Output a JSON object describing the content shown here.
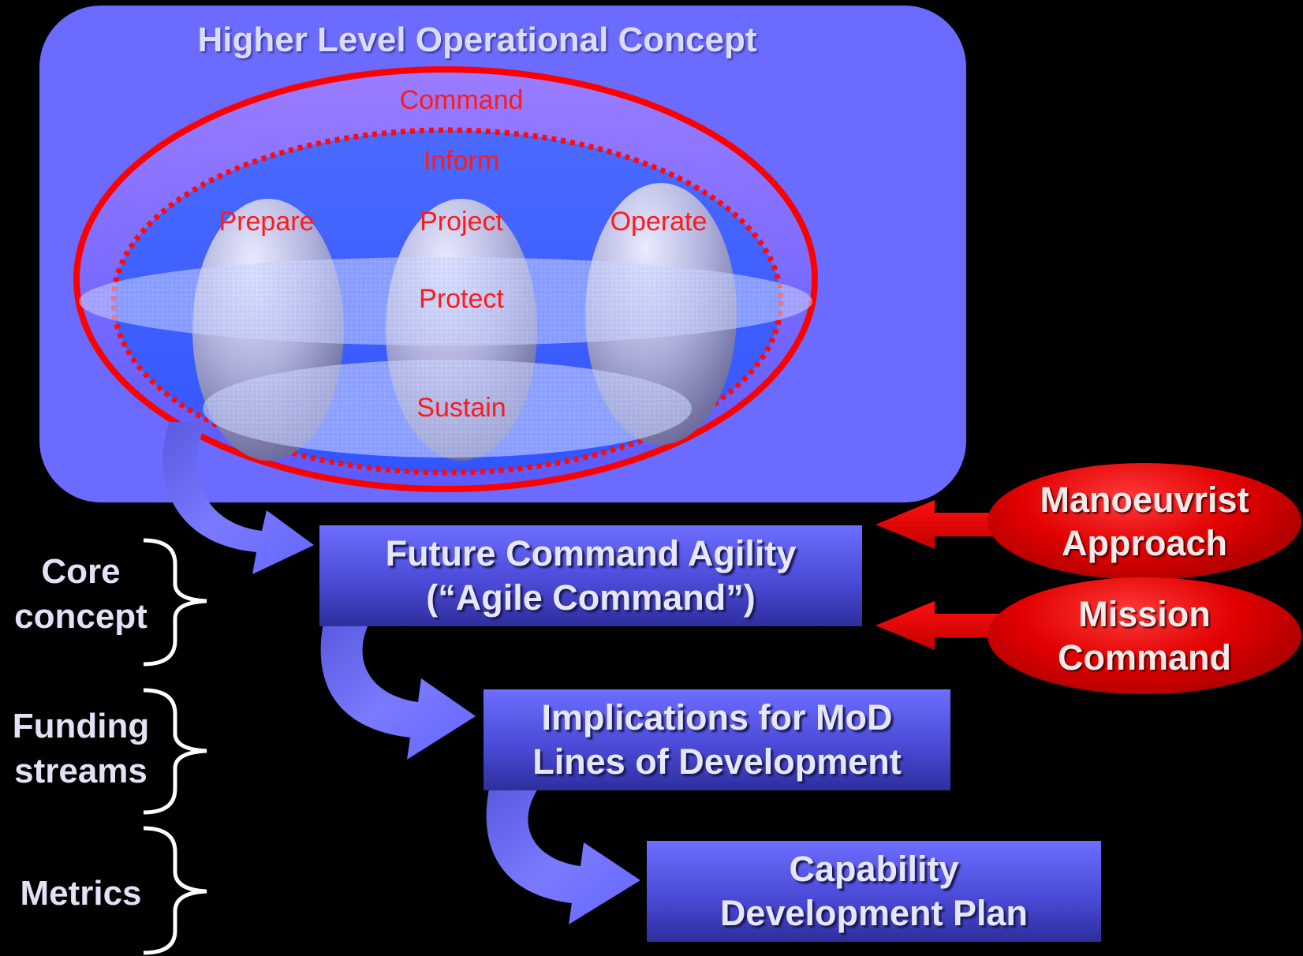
{
  "panel": {
    "title": "Higher Level Operational Concept",
    "ellipse_labels": {
      "command": "Command",
      "inform": "Inform",
      "prepare": "Prepare",
      "project": "Project",
      "operate": "Operate",
      "protect": "Protect",
      "sustain": "Sustain"
    }
  },
  "boxes": {
    "future_command_agility": "Future Command Agility\n(“Agile Command”)",
    "implications": "Implications for MoD\nLines of Development",
    "capability_plan": "Capability\nDevelopment Plan"
  },
  "influences": {
    "manoeuvrist": "Manoeuvrist\nApproach",
    "mission_command": "Mission\nCommand"
  },
  "side_labels": {
    "core_concept": "Core\nconcept",
    "funding_streams": "Funding\nstreams",
    "metrics": "Metrics"
  },
  "colors": {
    "background": "#000000",
    "panel": "#6b6bff",
    "ellipse_ring": "#ff0000",
    "ellipse_text": "#ff1a1a",
    "box_text": "#e6e6ff",
    "influence_red": "#e00000"
  }
}
